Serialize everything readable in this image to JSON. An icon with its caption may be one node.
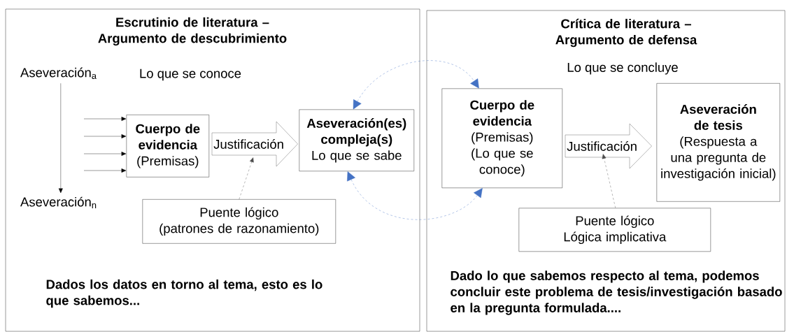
{
  "diagram": {
    "nodes": [
      {
        "text": [
          "Escrutinio de literatura –Argumento de descubrimiento",
          "Dados los datos en torno al tema, esto es lo que sabemos..."
        ]
      },
      {
        "text": [
          "Aseveración$_{a}$"
        ],
        "in": 0
      },
      {
        "text": [
          "Aseveración$_{n}$"
        ],
        "in": 0
      },
      {
        "text": [
          "Cuerpo de evidencia",
          "(Premisas)"
        ],
        "in": 0
      },
      {
        "text": [
          "Aseveración(es) compleja(s)",
          "Lo que se sabe"
        ],
        "in": 0
      },
      {
        "text": [
          "Puente lógico",
          "(patrones de razonamiento)"
        ],
        "in": 0
      },
      {
        "text": [
          "Crítica de literatura –Argumento de defensa",
          "Dado lo que sabemos respecto al tema, podemos concluir este problema de  tesis/investigación basado en la pregunta formulada...."
        ]
      },
      {
        "text": [
          "Cuerpo de evidencia",
          "(Premisas)",
          "(Lo que se conoce)"
        ],
        "in": 6
      },
      {
        "text": [
          "Aseveración de tesis",
          "(Respuesta a una pregunta de investigación inicial)"
        ],
        "in": 6
      },
      {
        "text": [
          "Puente lógico",
          "Lógica implicativa"
        ],
        "in": 6
      }
    ],
    "edges": [
      {
        "from": 1,
        "to": 2,
        "arrow": "to"
      },
      {
        "from": null,
        "to": 3,
        "arrow": "to"
      },
      {
        "from": null,
        "to": 3,
        "arrow": "to"
      },
      {
        "from": null,
        "to": 3,
        "arrow": "to"
      },
      {
        "from": null,
        "to": 3,
        "arrow": "to"
      },
      {
        "from": 3,
        "to": 4,
        "arrow": "to",
        "label": "Justificación"
      },
      {
        "from": 5,
        "to": null,
        "arrow": "to",
        "style": "dashed"
      },
      {
        "from": 4,
        "to": 7,
        "arrow": "both",
        "style": "dashed",
        "color": "#4472c4"
      },
      {
        "from": 4,
        "to": 7,
        "arrow": "both",
        "style": "dashed",
        "color": "#4472c4"
      },
      {
        "from": 7,
        "to": 8,
        "arrow": "to",
        "label": "Justificación"
      },
      {
        "from": 9,
        "to": null,
        "arrow": "to",
        "style": "dashed"
      }
    ],
    "labels": [
      "Lo que se conoce",
      "Lo que se concluye"
    ]
  }
}
